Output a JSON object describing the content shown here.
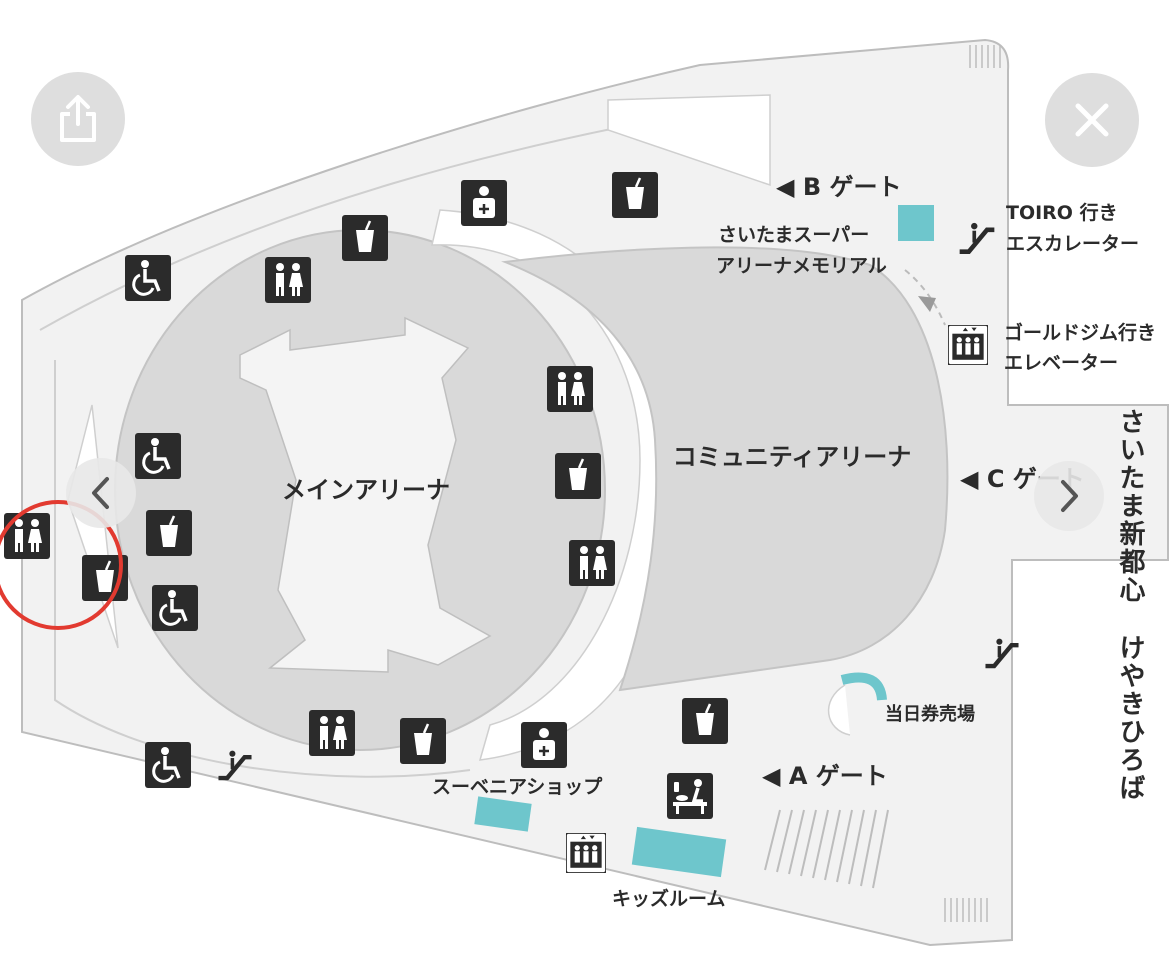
{
  "controls": {
    "share": "share-icon",
    "close": "close-icon",
    "prev": "chevron-left-icon",
    "next": "chevron-right-icon"
  },
  "map": {
    "areas": {
      "main_arena": "メインアリーナ",
      "community_arena": "コミュニティアリーナ"
    },
    "gates": {
      "a": "◀ A ゲート",
      "b": "◀ B ゲート",
      "c": "◀ C ゲート"
    },
    "labels": {
      "memorial_line1": "さいたまスーパー",
      "memorial_line2": "アリーナメモリアル",
      "toiro_line1": "TOIRO 行き",
      "toiro_line2": "エスカレーター",
      "gold_line1": "ゴールドジム行き",
      "gold_line2": "エレベーター",
      "ticket_office": "当日券売場",
      "souvenir_shop": "スーベニアショップ",
      "kids_room": "キッズルーム"
    },
    "side_text_1": "さいたま新都心",
    "side_text_2": "けやきひろば",
    "colors": {
      "floor": "#f2f2f2",
      "arena": "#d9d9d9",
      "outline": "#bfbfbf",
      "accent": "#6ec6cc",
      "icon": "#2b2b2b",
      "highlight_circle": "#e23a30"
    }
  }
}
